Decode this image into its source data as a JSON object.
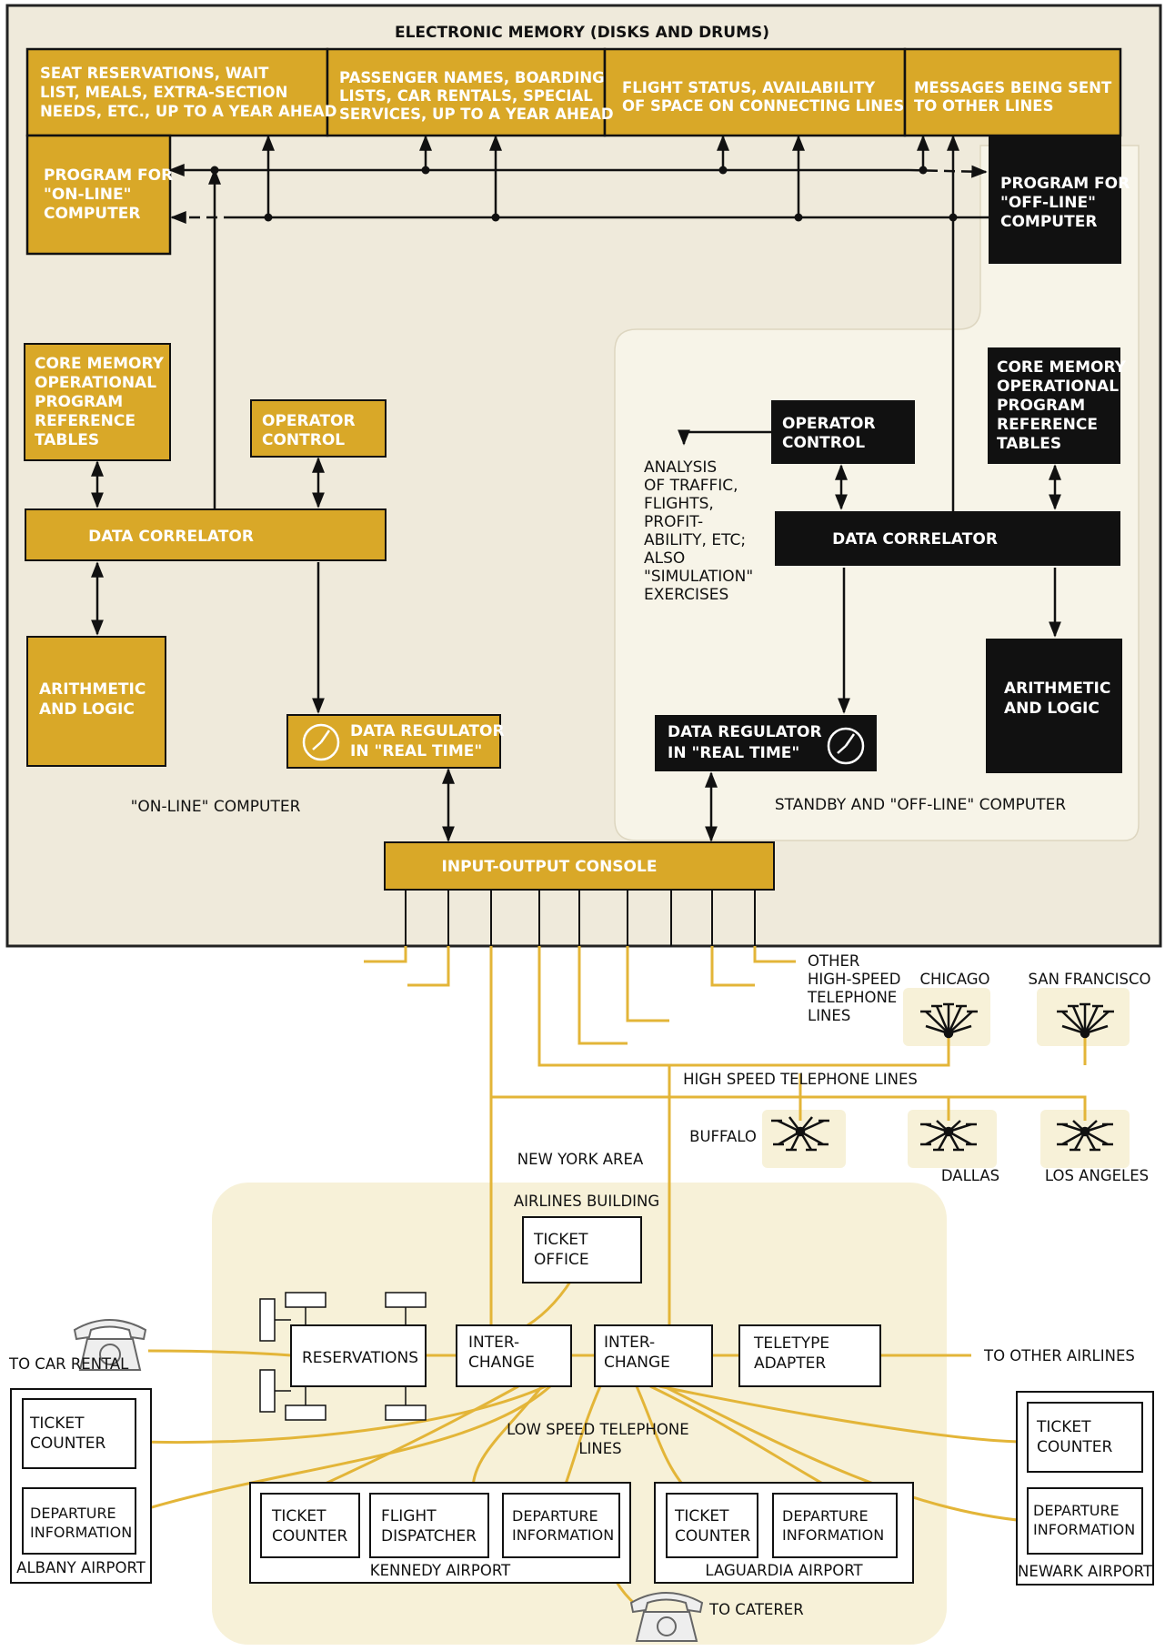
{
  "top_title": "ELECTRONIC MEMORY (DISKS AND DRUMS)",
  "memory_cells": [
    [
      "SEAT RESERVATIONS, WAIT",
      "LIST, MEALS, EXTRA-SECTION",
      "NEEDS, ETC., UP TO A YEAR AHEAD"
    ],
    [
      "PASSENGER NAMES, BOARDING",
      "LISTS, CAR RENTALS, SPECIAL",
      "SERVICES, UP TO A YEAR AHEAD"
    ],
    [
      "FLIGHT STATUS, AVAILABILITY",
      "OF SPACE ON CONNECTING LINES"
    ],
    [
      "MESSAGES BEING SENT",
      "TO OTHER LINES"
    ]
  ],
  "online": {
    "program": [
      "PROGRAM FOR",
      "\"ON-LINE\"",
      "COMPUTER"
    ],
    "core": [
      "CORE MEMORY",
      "OPERATIONAL",
      "PROGRAM",
      "REFERENCE",
      "TABLES"
    ],
    "operator": [
      "OPERATOR",
      "CONTROL"
    ],
    "correlator": "DATA  CORRELATOR",
    "arith": [
      "ARITHMETIC",
      "AND LOGIC"
    ],
    "regulator": [
      "DATA REGULATOR",
      "IN \"REAL TIME\""
    ],
    "caption": "\"ON-LINE\" COMPUTER"
  },
  "offline": {
    "program": [
      "PROGRAM FOR",
      "\"OFF-LINE\"",
      "COMPUTER"
    ],
    "core": [
      "CORE MEMORY",
      "OPERATIONAL",
      "PROGRAM",
      "REFERENCE",
      "TABLES"
    ],
    "operator": [
      "OPERATOR",
      "CONTROL"
    ],
    "analysis": [
      "ANALYSIS",
      "OF TRAFFIC,",
      "FLIGHTS,",
      "PROFIT-",
      "ABILITY, ETC;",
      "ALSO",
      "\"SIMULATION\"",
      "EXERCISES"
    ],
    "correlator": "DATA  CORRELATOR",
    "arith": [
      "ARITHMETIC",
      "AND LOGIC"
    ],
    "regulator": [
      "DATA REGULATOR",
      "IN \"REAL TIME\""
    ],
    "caption": "STANDBY AND \"OFF-LINE\" COMPUTER"
  },
  "console": "INPUT-OUTPUT  CONSOLE",
  "network": {
    "other_lines": [
      "OTHER",
      "HIGH-SPEED",
      "TELEPHONE",
      "LINES"
    ],
    "high_speed": "HIGH  SPEED  TELEPHONE  LINES",
    "cities": [
      "CHICAGO",
      "SAN FRANCISCO",
      "BUFFALO",
      "DALLAS",
      "LOS ANGELES"
    ],
    "ny_area": "NEW YORK AREA",
    "airlines_building": "AIRLINES  BUILDING",
    "ticket_office": [
      "TICKET",
      "OFFICE"
    ],
    "reservations": "RESERVATIONS",
    "interchange": [
      "INTER-",
      "CHANGE"
    ],
    "teletype": [
      "TELETYPE",
      "ADAPTER"
    ],
    "to_other_airlines": "TO OTHER AIRLINES",
    "to_car_rental": "TO CAR RENTAL",
    "low_speed": [
      "LOW SPEED TELEPHONE",
      "LINES"
    ],
    "to_caterer": "TO CATERER",
    "albany": {
      "title": "ALBANY AIRPORT",
      "boxes": [
        [
          "TICKET",
          "COUNTER"
        ],
        [
          "DEPARTURE",
          "INFORMATION"
        ]
      ]
    },
    "kennedy": {
      "title": "KENNEDY AIRPORT",
      "boxes": [
        [
          "TICKET",
          "COUNTER"
        ],
        [
          "FLIGHT",
          "DISPATCHER"
        ],
        [
          "DEPARTURE",
          "INFORMATION"
        ]
      ]
    },
    "laguardia": {
      "title": "LAGUARDIA AIRPORT",
      "boxes": [
        [
          "TICKET",
          "COUNTER"
        ],
        [
          "DEPARTURE",
          "INFORMATION"
        ]
      ]
    },
    "newark": {
      "title": "NEWARK AIRPORT",
      "boxes": [
        [
          "TICKET",
          "COUNTER"
        ],
        [
          "DEPARTURE",
          "INFORMATION"
        ]
      ]
    }
  },
  "colors": {
    "gold": "#d9a828",
    "black": "#111111",
    "panel": "#efeadb",
    "cream": "#f7f1d8",
    "wire": "#e3b538"
  }
}
